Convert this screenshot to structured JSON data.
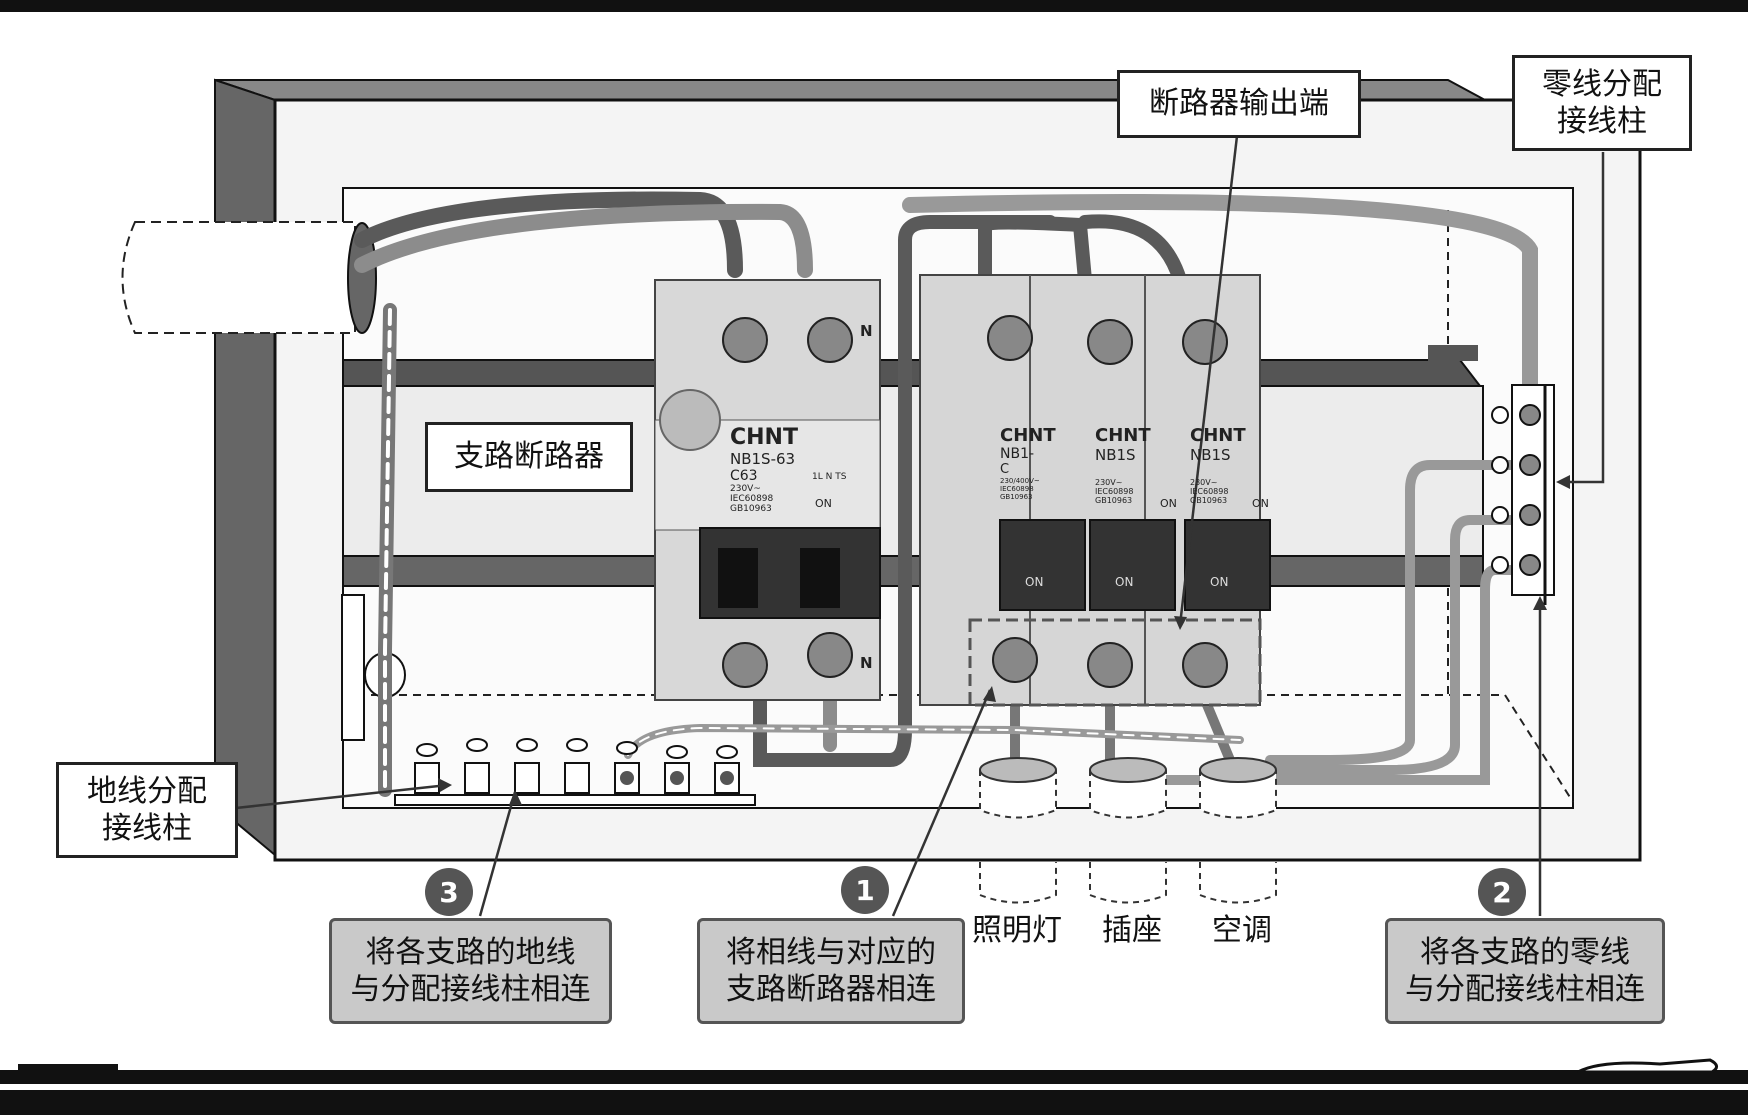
{
  "labels": {
    "breaker_output": "断路器输出端",
    "neutral_terminal": [
      "零线分配",
      "接线柱"
    ],
    "branch_breaker": "支路断路器",
    "ground_terminal": [
      "地线分配",
      "接线柱"
    ],
    "lighting": "照明灯",
    "socket": "插座",
    "aircon": "空调"
  },
  "steps": [
    {
      "number": "3",
      "lines": [
        "将各支路的地线",
        "与分配接线柱相连"
      ]
    },
    {
      "number": "1",
      "lines": [
        "将相线与对应的",
        "支路断路器相连"
      ]
    },
    {
      "number": "2",
      "lines": [
        "将各支路的零线",
        "与分配接线柱相连"
      ]
    }
  ],
  "breakers": [
    {
      "brand": "CHNT",
      "model": "NB1S-63",
      "rating": "C63",
      "spec1": "230V~",
      "spec2": "IEC60898",
      "spec3": "GB10963",
      "on_label": "ON",
      "pole_label": "N",
      "mark": "1L N TS"
    },
    {
      "brand": "CHNT",
      "model": "NB1-",
      "rating": "C",
      "spec1": "230/400V~",
      "spec2": "IEC60898",
      "spec3": "GB10963",
      "on_label": "ON"
    },
    {
      "brand": "CHNT",
      "model": "NB1S",
      "spec1": "230V~",
      "spec2": "IEC60898",
      "spec3": "GB10963",
      "on_label": "ON"
    },
    {
      "brand": "CHNT",
      "model": "NB1S",
      "spec1": "230V~",
      "spec2": "IEC60898",
      "spec3": "GB10963",
      "on_label": "ON"
    }
  ],
  "toggle_label": "ON",
  "colors": {
    "frame": "#707070",
    "panel": "#f0f0f0",
    "wire_dark": "#555555",
    "wire_mid": "#8a8a8a",
    "breaker": "#d8d8d8"
  }
}
